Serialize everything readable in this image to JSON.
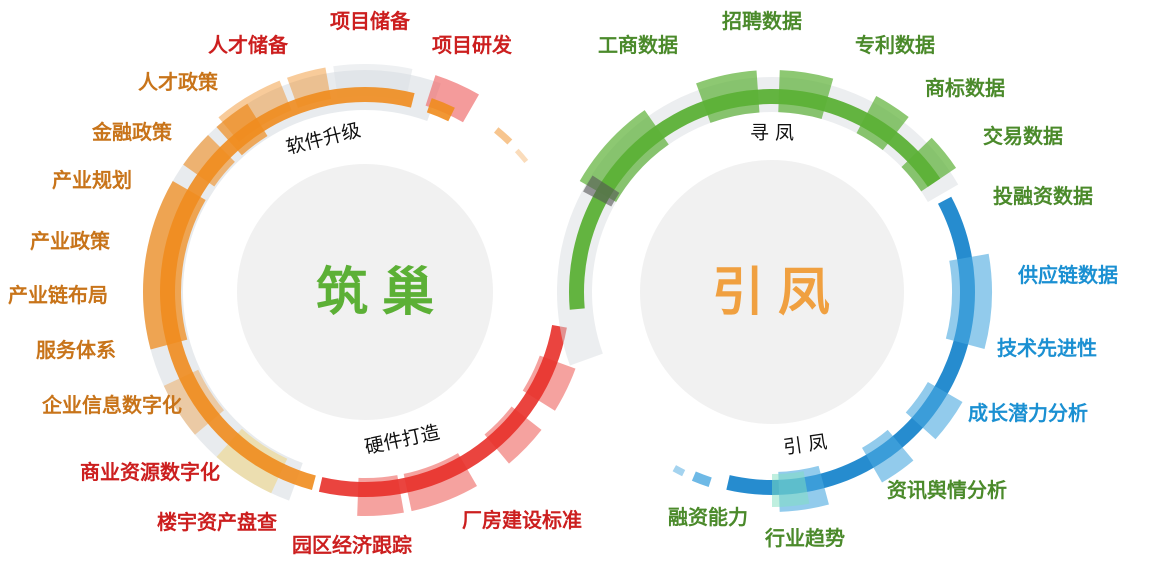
{
  "left": {
    "title": "筑巢",
    "title_color": "#5cb036",
    "inner_top": "软件升级",
    "inner_bottom": "硬件打造",
    "labels": [
      "项目储备",
      "人才储备",
      "项目研发",
      "人才政策",
      "金融政策",
      "产业规划",
      "产业政策",
      "产业链布局",
      "服务体系",
      "企业信息数字化",
      "商业资源数字化",
      "楼宇资产盘查",
      "园区经济跟踪",
      "厂房建设标准"
    ]
  },
  "right": {
    "title": "引凤",
    "title_color": "#f0a040",
    "inner_top": "寻 凤",
    "inner_bottom": "引 凤",
    "labels": [
      "工商数据",
      "招聘数据",
      "专利数据",
      "商标数据",
      "交易数据",
      "投融资数据",
      "供应链数据",
      "技术先进性",
      "成长潜力分析",
      "资讯舆情分析",
      "融资能力",
      "行业趋势"
    ]
  },
  "colors": {
    "orange": "#f08c1e",
    "red": "#e8302a",
    "green": "#5cb036",
    "blue": "#1a86cc",
    "gray": "#d9dde2"
  }
}
